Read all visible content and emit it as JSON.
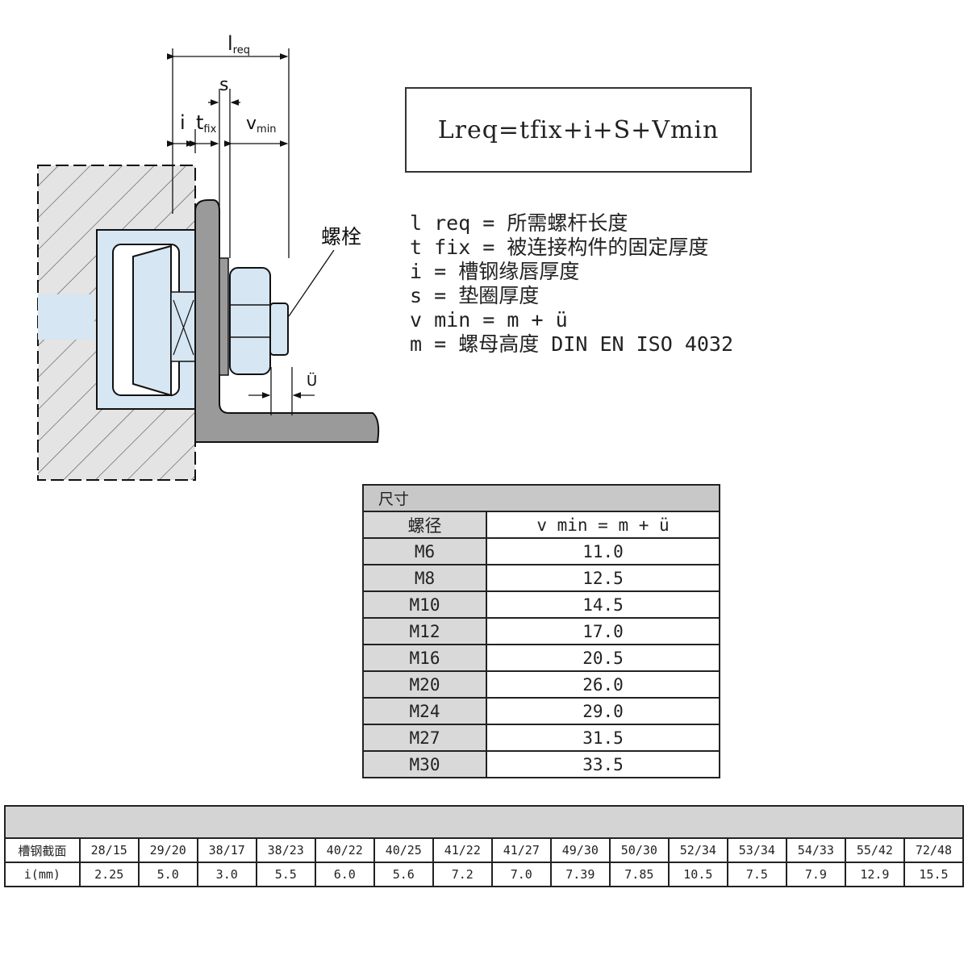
{
  "diagram": {
    "l_req": "l",
    "l_req_sub": "req",
    "s": "s",
    "i": "i",
    "t_fix": "t",
    "t_fix_sub": "fix",
    "v_min": "v",
    "v_min_sub": "min",
    "bolt_label": "螺栓",
    "u_label": "Ü"
  },
  "formula": "Lreq=tfix+i+S+Vmin",
  "legend": [
    "l req = 所需螺杆长度",
    "t fix = 被连接构件的固定厚度",
    "i = 槽钢缘唇厚度",
    "s = 垫圈厚度",
    "v min = m + ü",
    "m = 螺母高度 DIN EN ISO 4032"
  ],
  "size_table": {
    "title": "尺寸",
    "col1": "螺径",
    "col2": "v min = m + ü",
    "rows": [
      [
        "M6",
        "11.0"
      ],
      [
        "M8",
        "12.5"
      ],
      [
        "M10",
        "14.5"
      ],
      [
        "M12",
        "17.0"
      ],
      [
        "M16",
        "20.5"
      ],
      [
        "M20",
        "26.0"
      ],
      [
        "M24",
        "29.0"
      ],
      [
        "M27",
        "31.5"
      ],
      [
        "M30",
        "33.5"
      ]
    ]
  },
  "channel_table": {
    "row1_label": "槽钢截面",
    "row2_label": "i(mm)",
    "sections": [
      "28/15",
      "29/20",
      "38/17",
      "38/23",
      "40/22",
      "40/25",
      "41/22",
      "41/27",
      "49/30",
      "50/30",
      "52/34",
      "53/34",
      "54/33",
      "55/42",
      "72/48"
    ],
    "i_values": [
      "2.25",
      "5.0",
      "3.0",
      "5.5",
      "6.0",
      "5.6",
      "7.2",
      "7.0",
      "7.39",
      "7.85",
      "10.5",
      "7.5",
      "7.9",
      "12.9",
      "15.5"
    ]
  }
}
